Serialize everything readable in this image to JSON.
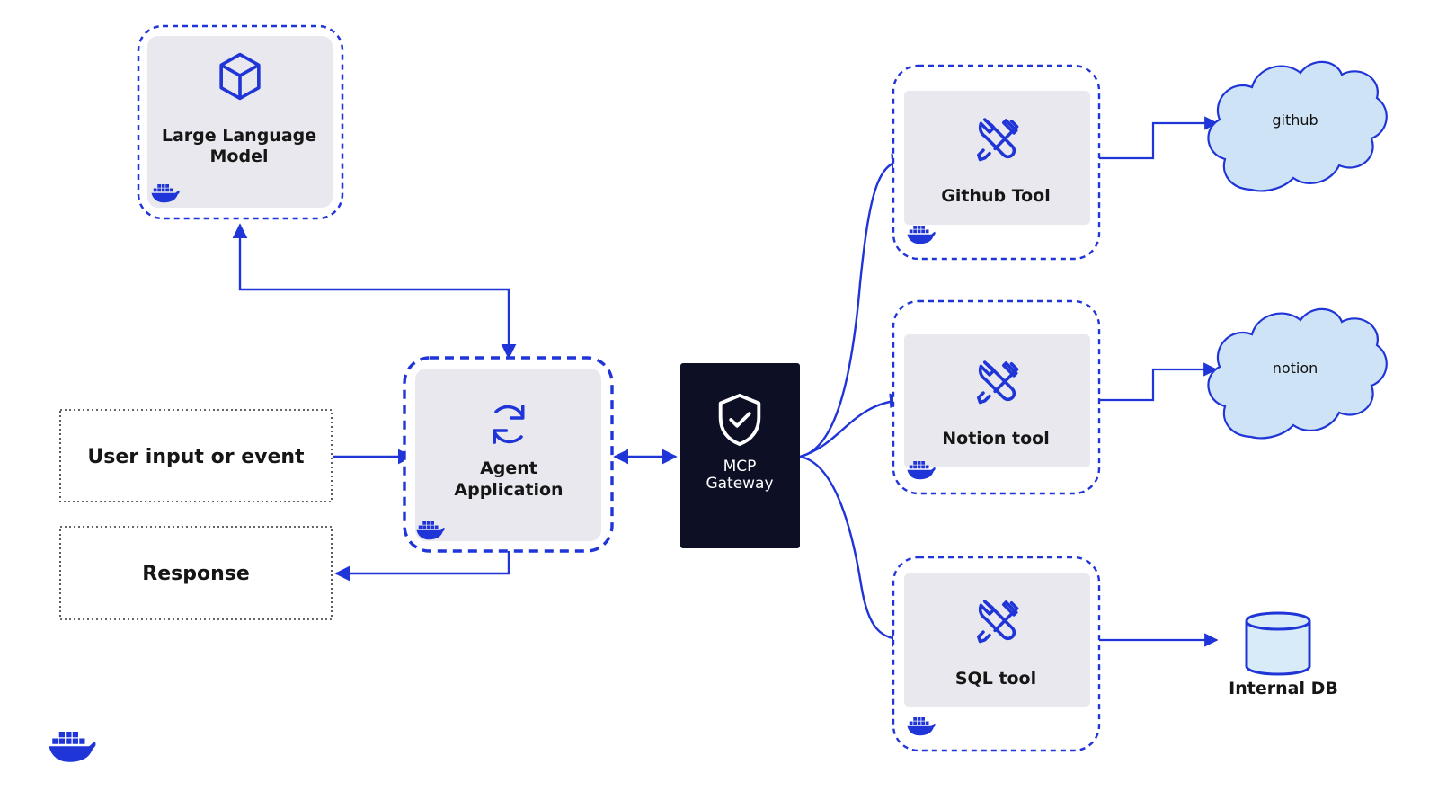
{
  "colors": {
    "brand_blue": "#1f35d8",
    "dark_panel": "#0d0f25",
    "node_fill": "#e8e8ee",
    "cloud_fill": "#cfe3f6",
    "db_fill": "#d8ebf8",
    "outline_dark": "#333333"
  },
  "icons": {
    "large_language_model": "cube-icon",
    "agent_application": "refresh-icon",
    "mcp_gateway": "shield-check-icon",
    "tool_nodes": "wrench-screwdriver-icon",
    "container_badges": "docker-whale-icon",
    "database": "database-icon",
    "external_services": "cloud-icon"
  },
  "nodes": {
    "large_language_model": {
      "label_line1": "Large Language",
      "label_line2": "Model"
    },
    "agent_application": {
      "label_line1": "Agent",
      "label_line2": "Application"
    },
    "mcp_gateway": {
      "label_line1": "MCP",
      "label_line2": "Gateway"
    },
    "user_input": {
      "label": "User input or event"
    },
    "response": {
      "label": "Response"
    },
    "github_tool": {
      "label": "Github Tool"
    },
    "notion_tool": {
      "label": "Notion tool"
    },
    "sql_tool": {
      "label": "SQL tool"
    },
    "github_service": {
      "label": "github"
    },
    "notion_service": {
      "label": "notion"
    },
    "internal_db": {
      "label": "Internal DB"
    }
  }
}
